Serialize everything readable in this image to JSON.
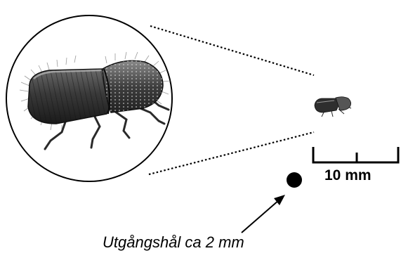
{
  "scale_bar": {
    "label": "10 mm"
  },
  "caption": {
    "text": "Utgångshål ca 2 mm"
  },
  "colors": {
    "ink": "#000000",
    "beetle_body": "#3a3a3a",
    "beetle_highlight": "#8a8a8a",
    "background": "#ffffff"
  },
  "icons": {
    "magnified_beetle": "bark-beetle-icon",
    "small_beetle": "bark-beetle-icon",
    "exit_hole": "exit-hole-dot",
    "pointer": "arrow-icon"
  }
}
